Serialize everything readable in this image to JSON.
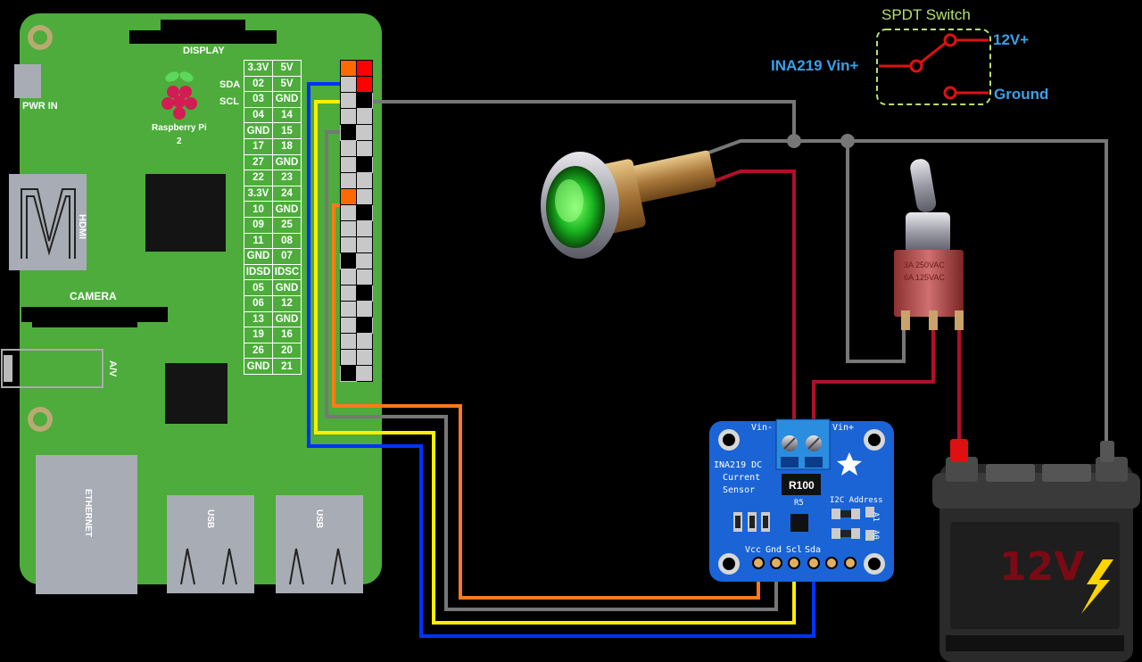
{
  "pi": {
    "display": "DISPLAY",
    "pwr_in": "PWR IN",
    "model_line1": "Raspberry Pi",
    "model_line2": "2",
    "hdmi": "HDMI",
    "camera": "CAMERA",
    "av": "A/V",
    "ethernet": "ETHERNET",
    "usb1": "USB",
    "usb2": "USB",
    "sda": "SDA",
    "scl": "SCL",
    "pins": [
      [
        "3.3V",
        "5V"
      ],
      [
        "02",
        "5V"
      ],
      [
        "03",
        "GND"
      ],
      [
        "04",
        "14"
      ],
      [
        "GND",
        "15"
      ],
      [
        "17",
        "18"
      ],
      [
        "27",
        "GND"
      ],
      [
        "22",
        "23"
      ],
      [
        "3.3V",
        "24"
      ],
      [
        "10",
        "GND"
      ],
      [
        "09",
        "25"
      ],
      [
        "11",
        "08"
      ],
      [
        "GND",
        "07"
      ],
      [
        "IDSD",
        "IDSC"
      ],
      [
        "05",
        "GND"
      ],
      [
        "06",
        "12"
      ],
      [
        "13",
        "GND"
      ],
      [
        "19",
        "16"
      ],
      [
        "26",
        "20"
      ],
      [
        "GND",
        "21"
      ]
    ]
  },
  "switch": {
    "title": "SPDT Switch",
    "vin": "INA219 Vin+",
    "v12": "12V+",
    "ground": "Ground"
  },
  "sensor": {
    "vin_minus": "Vin-",
    "vin_plus": "Vin+",
    "name1": "INA219 DC",
    "name2": "Current",
    "name3": "Sensor",
    "resistor": "R100",
    "r5": "R5",
    "i2c": "I2C Address",
    "a1": "A1",
    "a0": "A0",
    "vcc": "Vcc",
    "gnd": "Gnd",
    "scl": "Scl",
    "sda": "Sda"
  },
  "toggle": {
    "rating1": "3A 250VAC",
    "rating2": "6A 125VAC"
  },
  "battery": {
    "label": "12V"
  },
  "colors": {
    "board": "#4dac3b",
    "wire_blue": "#0033ff",
    "wire_yellow": "#ffee00",
    "wire_orange": "#ff7a1a",
    "wire_gray": "#777777",
    "wire_red": "#c8102e",
    "switch_red": "#dd1111",
    "switch_label": "#3aa0e8",
    "sensor_blue": "#1a64d6",
    "led_green": "#1fd12a"
  }
}
